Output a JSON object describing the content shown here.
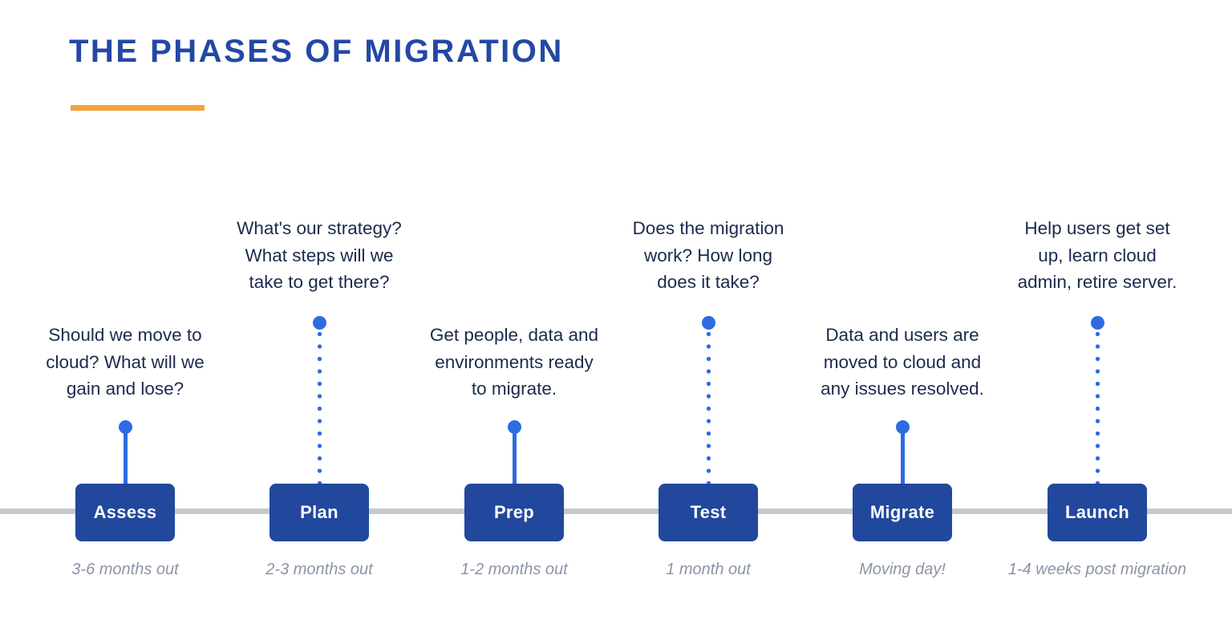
{
  "header": {
    "title": "THE PHASES OF MIGRATION"
  },
  "colors": {
    "title_blue": "#2348A4",
    "accent_orange": "#F2A33C",
    "phase_box_blue": "#21489C",
    "connector_blue": "#2E6BE2",
    "timeline_gray": "#C4C8D1",
    "description_navy": "#1B2B4D",
    "timing_gray": "#8C94A8"
  },
  "phases": [
    {
      "name": "Assess",
      "description": "Should we move to\ncloud? What will we\ngain and lose?",
      "timing": "3-6 months out",
      "connector": "solid-short"
    },
    {
      "name": "Plan",
      "description": "What's our strategy?\nWhat steps will we\ntake to get there?",
      "timing": "2-3 months out",
      "connector": "dotted-tall"
    },
    {
      "name": "Prep",
      "description": "Get people, data and\nenvironments ready\nto migrate.",
      "timing": "1-2 months out",
      "connector": "solid-short"
    },
    {
      "name": "Test",
      "description": "Does the migration\nwork? How long\ndoes it take?",
      "timing": "1 month out",
      "connector": "dotted-tall"
    },
    {
      "name": "Migrate",
      "description": "Data and users are\nmoved to cloud and\nany issues resolved.",
      "timing": "Moving day!",
      "connector": "solid-short"
    },
    {
      "name": "Launch",
      "description": "Help users get set\nup, learn cloud\nadmin, retire server.",
      "timing": "1-4 weeks post migration",
      "connector": "dotted-tall"
    }
  ]
}
